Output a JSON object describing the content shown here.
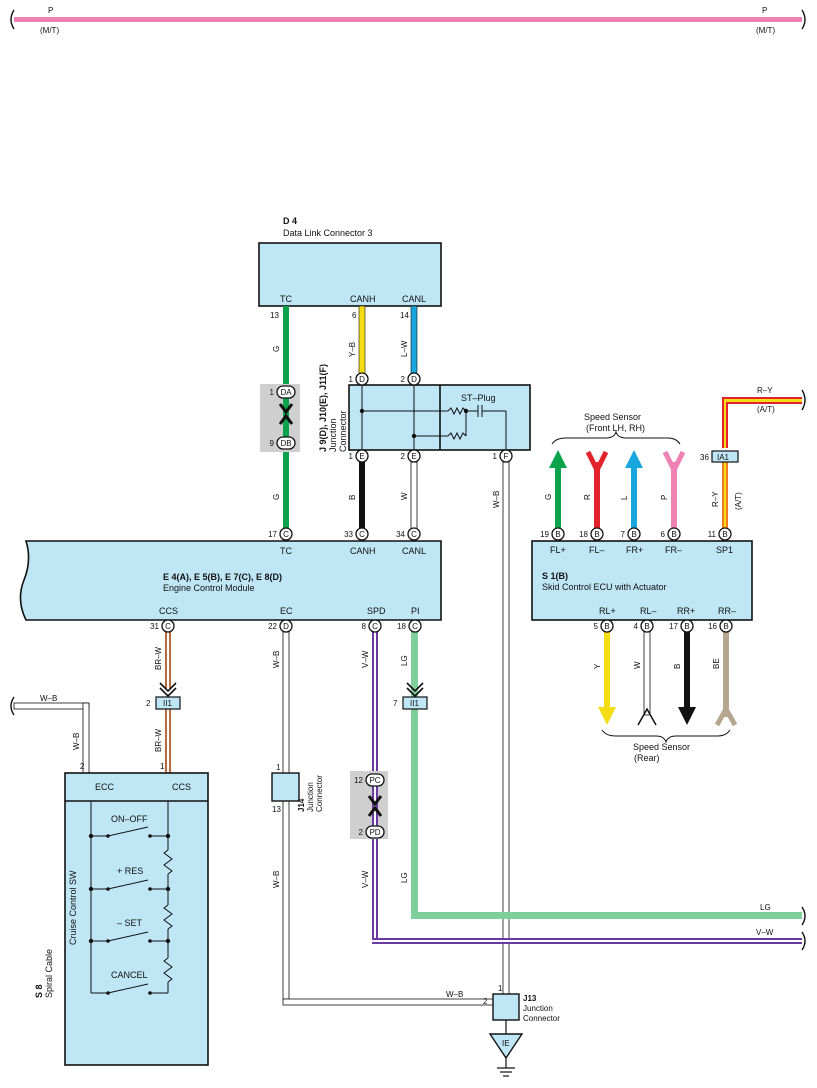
{
  "top_bar": {
    "wire_color": "P",
    "variant": "(M/T)"
  },
  "dlc": {
    "code": "D 4",
    "name": "Data Link Connector 3",
    "pins": [
      "TC",
      "CANH",
      "CANL"
    ],
    "pin_numbers": [
      "13",
      "6",
      "14"
    ]
  },
  "junction_j9": {
    "code": "J 9(D), J10(E), J11(F)",
    "name_line1": "Junction",
    "name_line2": "Connector",
    "st_plug": "ST–Plug",
    "top_pins": [
      "1",
      "2"
    ],
    "top_codes": [
      "D",
      "D"
    ],
    "bottom_pins": [
      "1",
      "2",
      "1"
    ],
    "bottom_codes": [
      "E",
      "E",
      "F"
    ]
  },
  "tc_joint": {
    "top_pin": "1",
    "top_code": "DA",
    "bottom_pin": "9",
    "bottom_code": "DB"
  },
  "ecm": {
    "code": "E 4(A), E 5(B), E 7(C), E 8(D)",
    "name": "Engine Control Module",
    "top_pins": [
      {
        "label": "TC",
        "pin": "17",
        "code": "C"
      },
      {
        "label": "CANH",
        "pin": "33",
        "code": "C"
      },
      {
        "label": "CANL",
        "pin": "34",
        "code": "C"
      }
    ],
    "bottom_pins": [
      {
        "label": "CCS",
        "pin": "31",
        "code": "C"
      },
      {
        "label": "EC",
        "pin": "22",
        "code": "D"
      },
      {
        "label": "SPD",
        "pin": "8",
        "code": "C"
      },
      {
        "label": "PI",
        "pin": "18",
        "code": "C"
      }
    ]
  },
  "skid_ecu": {
    "code": "S 1(B)",
    "name": "Skid Control ECU with Actuator",
    "top_pins": [
      {
        "label": "FL+",
        "pin": "19",
        "code": "B"
      },
      {
        "label": "FL–",
        "pin": "18",
        "code": "B"
      },
      {
        "label": "FR+",
        "pin": "7",
        "code": "B"
      },
      {
        "label": "FR–",
        "pin": "6",
        "code": "B"
      },
      {
        "label": "SP1",
        "pin": "11",
        "code": "B"
      }
    ],
    "bottom_pins": [
      {
        "label": "RL+",
        "pin": "5",
        "code": "B"
      },
      {
        "label": "RL–",
        "pin": "4",
        "code": "B"
      },
      {
        "label": "RR+",
        "pin": "17",
        "code": "B"
      },
      {
        "label": "RR–",
        "pin": "16",
        "code": "B"
      }
    ]
  },
  "speed_sensor_front": {
    "line1": "Speed Sensor",
    "line2": "(Front LH,  RH)"
  },
  "speed_sensor_rear": {
    "line1": "Speed Sensor",
    "line2": "(Rear)"
  },
  "ia1": {
    "pin": "36",
    "label": "IA1"
  },
  "ii1_left": {
    "pin": "2",
    "label": "II1"
  },
  "ii1_right": {
    "pin": "7",
    "label": "II1"
  },
  "cruise_sw": {
    "code": "S 8",
    "spiral": "Spiral Cable",
    "name": "Cruise Control SW",
    "col_left": "ECC",
    "col_right": "CCS",
    "pin_left": "2",
    "pin_right": "1",
    "switches": [
      "ON–OFF",
      "+ RES",
      "– SET",
      "CANCEL"
    ]
  },
  "j14": {
    "code": "J14",
    "name_line1": "Junction",
    "name_line2": "Connector",
    "top_pin": "1",
    "bottom_pin": "13"
  },
  "spd_joint": {
    "top_pin": "12",
    "top_code": "PC",
    "bottom_pin": "2",
    "bottom_code": "PD"
  },
  "j13": {
    "code": "J13",
    "name_line1": "Junction",
    "name_line2": "Connector",
    "top_pin": "1",
    "left_pin": "2"
  },
  "ground": {
    "label": "IE"
  },
  "wires": {
    "g": "G",
    "yb": "Y–B",
    "lw": "L–W",
    "b": "B",
    "w": "W",
    "wb": "W–B",
    "brw": "BR–W",
    "vw": "V–W",
    "lg": "LG",
    "ry": "R–Y",
    "at": "(A/T)",
    "front_colors": [
      "G",
      "R",
      "L",
      "P"
    ],
    "rear_colors": [
      "Y",
      "W",
      "B",
      "BE"
    ]
  },
  "colors": {
    "pink": "#ee82b4",
    "green": "#0aa24b",
    "yellow": "#f5dd13",
    "blue": "#19a6df",
    "red": "#e3232b",
    "orange": "#ef7a20",
    "brown": "#b86a3c",
    "purple": "#6b3aa0",
    "light_green": "#7fcf9c",
    "beige": "#b5a78f",
    "box_fill": "#bfe6f5",
    "joint_gray": "#cfcfcf"
  }
}
